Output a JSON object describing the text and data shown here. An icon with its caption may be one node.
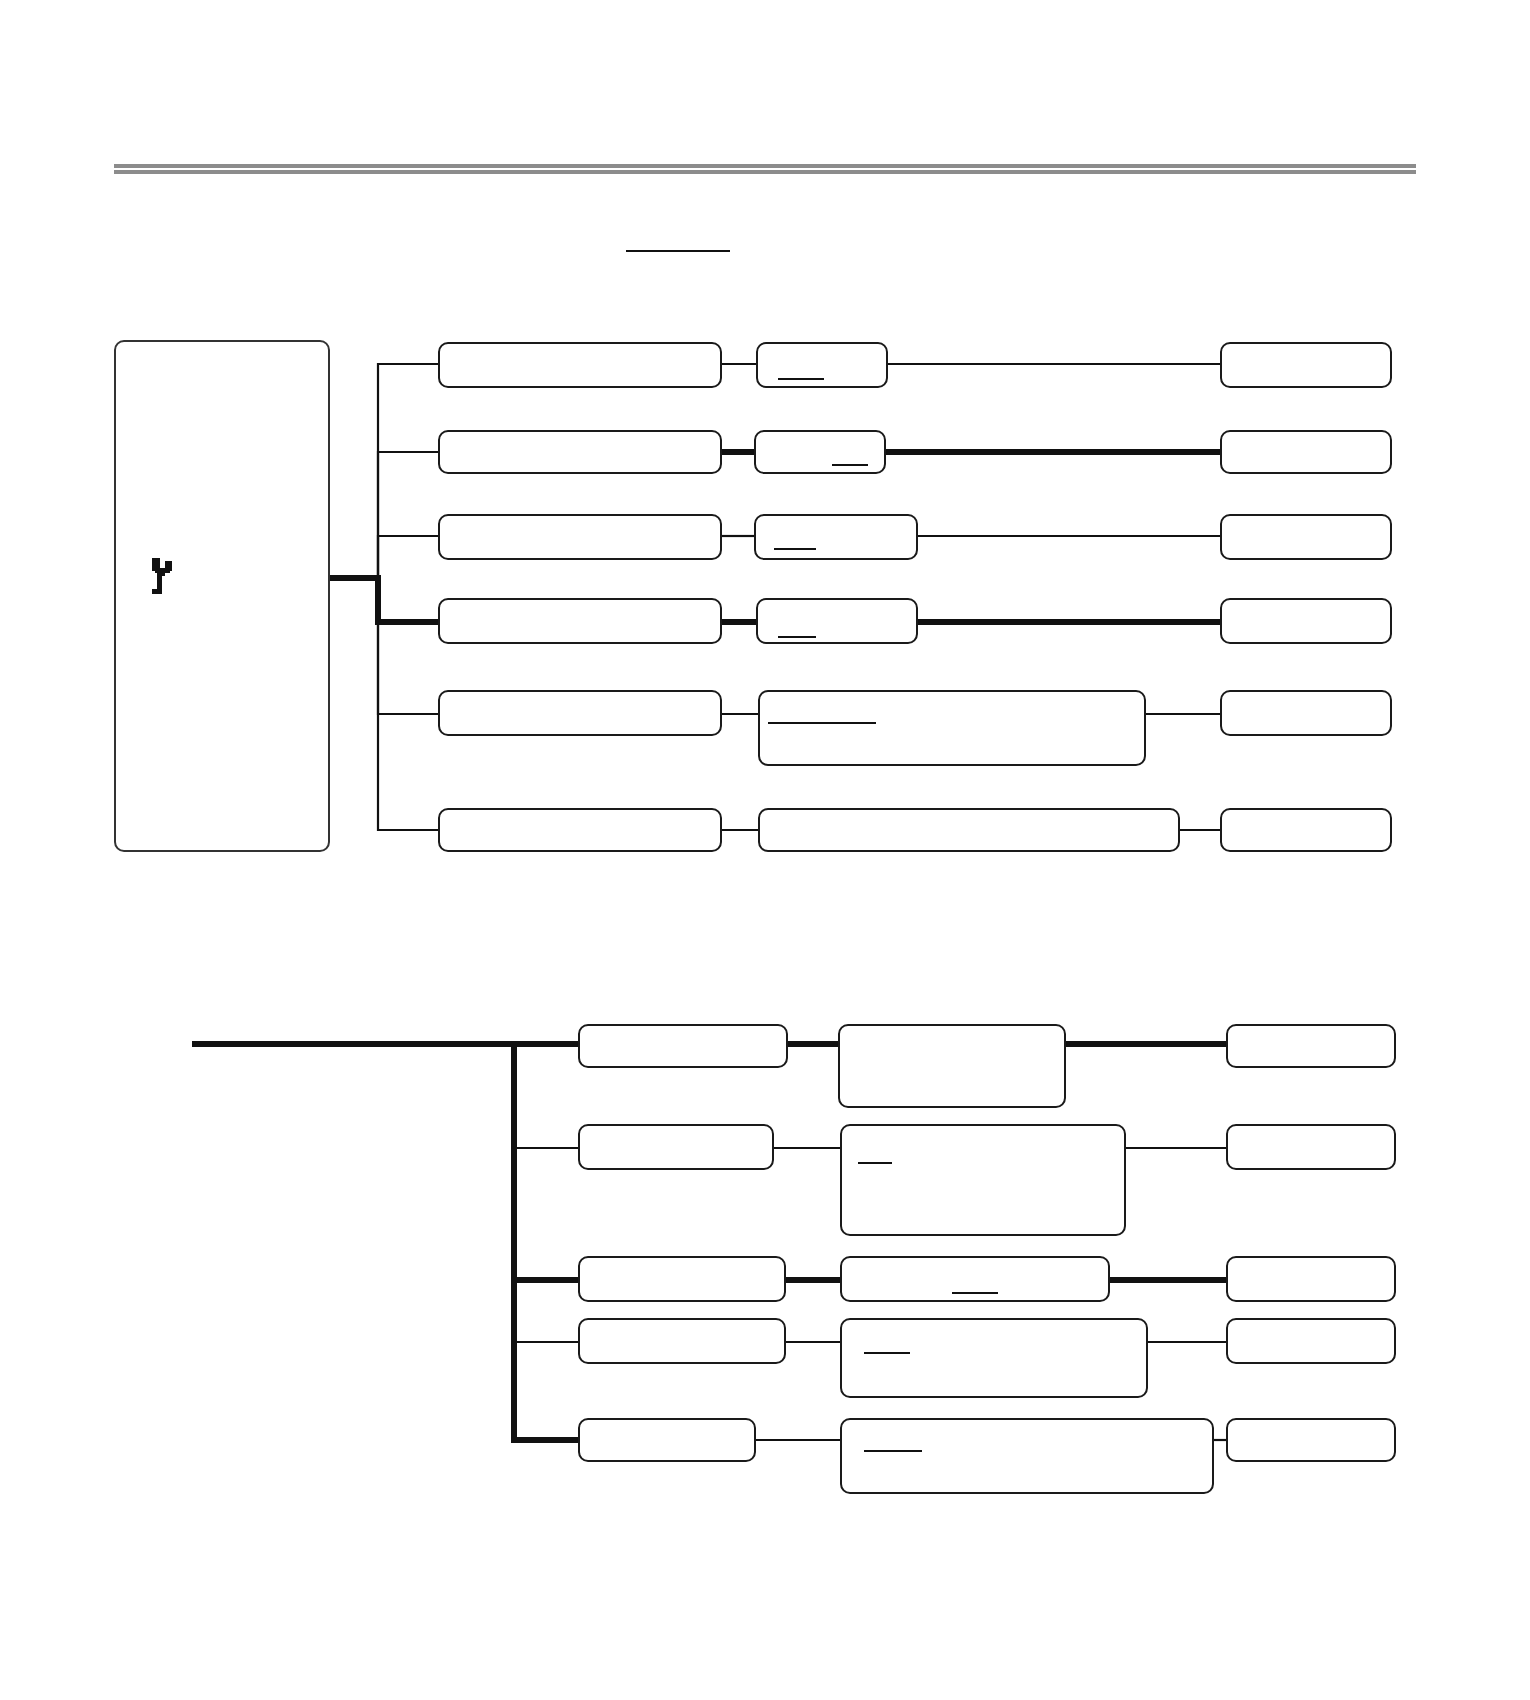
{
  "diagram": {
    "nodes": [
      {
        "text": [],
        "shape": "box"
      },
      {
        "text": [],
        "shape": "box"
      },
      {
        "text": [],
        "shape": "box"
      },
      {
        "text": [],
        "shape": "box"
      },
      {
        "text": [],
        "shape": "box"
      },
      {
        "text": [],
        "shape": "box"
      },
      {
        "text": [],
        "shape": "box"
      },
      {
        "text": [],
        "shape": "box"
      },
      {
        "text": [],
        "shape": "box"
      },
      {
        "text": [],
        "shape": "box"
      },
      {
        "text": [],
        "shape": "box"
      },
      {
        "text": [],
        "shape": "box"
      },
      {
        "text": [],
        "shape": "box"
      },
      {
        "text": [],
        "shape": "box"
      },
      {
        "text": [],
        "shape": "box"
      },
      {
        "text": [],
        "shape": "box"
      },
      {
        "text": [],
        "shape": "box"
      },
      {
        "text": [],
        "shape": "box"
      },
      {
        "text": [],
        "shape": "box"
      },
      {
        "text": [],
        "shape": "box"
      },
      {
        "text": [],
        "shape": "box"
      },
      {
        "text": [],
        "shape": "box"
      },
      {
        "text": [],
        "shape": "box"
      },
      {
        "text": [],
        "shape": "box"
      },
      {
        "text": [],
        "shape": "box"
      },
      {
        "text": [],
        "shape": "box"
      },
      {
        "text": [],
        "shape": "box"
      },
      {
        "text": [],
        "shape": "box"
      },
      {
        "text": [],
        "shape": "box"
      },
      {
        "text": [],
        "shape": "box"
      },
      {
        "text": [],
        "shape": "box"
      },
      {
        "text": [],
        "shape": "box"
      },
      {
        "text": [],
        "shape": "box"
      },
      {
        "text": [],
        "shape": "box"
      }
    ],
    "edges": [
      {
        "from": 0,
        "to": 1,
        "arrow": "none"
      },
      {
        "from": 0,
        "to": 4,
        "arrow": "none"
      },
      {
        "from": 0,
        "to": 7,
        "arrow": "none"
      },
      {
        "from": 0,
        "to": 10,
        "arrow": "none",
        "style": "thick"
      },
      {
        "from": 0,
        "to": 13,
        "arrow": "none"
      },
      {
        "from": 0,
        "to": 16,
        "arrow": "none"
      },
      {
        "from": 1,
        "to": 2,
        "arrow": "none"
      },
      {
        "from": 2,
        "to": 3,
        "arrow": "none"
      },
      {
        "from": 4,
        "to": 5,
        "arrow": "none",
        "style": "thick"
      },
      {
        "from": 5,
        "to": 6,
        "arrow": "none",
        "style": "thick"
      },
      {
        "from": 7,
        "to": 8,
        "arrow": "none"
      },
      {
        "from": 8,
        "to": 9,
        "arrow": "none"
      },
      {
        "from": 10,
        "to": 11,
        "arrow": "none",
        "style": "thick"
      },
      {
        "from": 11,
        "to": 12,
        "arrow": "none",
        "style": "thick"
      },
      {
        "from": 13,
        "to": 14,
        "arrow": "none"
      },
      {
        "from": 14,
        "to": 15,
        "arrow": "none"
      },
      {
        "from": 16,
        "to": 17,
        "arrow": "none"
      },
      {
        "from": 17,
        "to": 18,
        "arrow": "none"
      },
      {
        "from": null,
        "to": 19,
        "arrow": "none",
        "style": "thick"
      },
      {
        "from": null,
        "to": 22,
        "arrow": "none"
      },
      {
        "from": null,
        "to": 25,
        "arrow": "none",
        "style": "thick"
      },
      {
        "from": null,
        "to": 28,
        "arrow": "none"
      },
      {
        "from": null,
        "to": 31,
        "arrow": "none",
        "style": "thick"
      },
      {
        "from": 19,
        "to": 20,
        "arrow": "none",
        "style": "thick"
      },
      {
        "from": 20,
        "to": 21,
        "arrow": "none",
        "style": "thick"
      },
      {
        "from": 22,
        "to": 23,
        "arrow": "none"
      },
      {
        "from": 23,
        "to": 24,
        "arrow": "none"
      },
      {
        "from": 25,
        "to": 26,
        "arrow": "none",
        "style": "thick"
      },
      {
        "from": 26,
        "to": 27,
        "arrow": "none",
        "style": "thick"
      },
      {
        "from": 28,
        "to": 29,
        "arrow": "none"
      },
      {
        "from": 29,
        "to": 30,
        "arrow": "none"
      },
      {
        "from": 31,
        "to": 32,
        "arrow": "none"
      },
      {
        "from": 32,
        "to": 33,
        "arrow": "none"
      }
    ]
  }
}
